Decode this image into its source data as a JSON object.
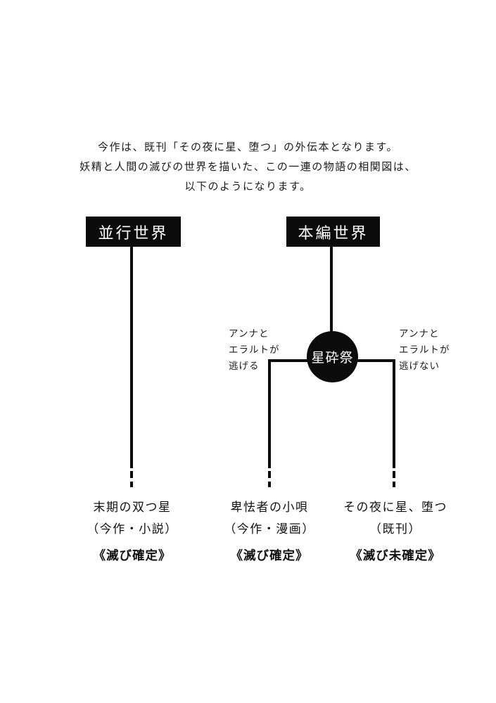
{
  "intro": {
    "lines": [
      "今作は、既刊「その夜に星、堕つ」の外伝本となります。",
      "妖精と人間の滅びの世界を描いた、この一連の物語の相関図は、",
      "以下のようになります。"
    ]
  },
  "worlds": {
    "parallel_label": "並行世界",
    "main_label": "本編世界"
  },
  "event": {
    "label": "星砕祭"
  },
  "annotations": {
    "left": {
      "lines": [
        "アンナと",
        "エラルトが",
        "逃げる"
      ]
    },
    "right": {
      "lines": [
        "アンナと",
        "エラルトが",
        "逃げない"
      ]
    }
  },
  "works": [
    {
      "title": "末期の双つ星",
      "subtitle": "（今作・小説）",
      "fate": "《滅び確定》"
    },
    {
      "title": "卑怯者の小唄",
      "subtitle": "（今作・漫画）",
      "fate": "《滅び確定》"
    },
    {
      "title": "その夜に星、堕つ",
      "subtitle": "（既刊）",
      "fate": "《滅び未確定》"
    }
  ],
  "colors": {
    "ink": "#0b0b0b",
    "background": "#ffffff"
  }
}
